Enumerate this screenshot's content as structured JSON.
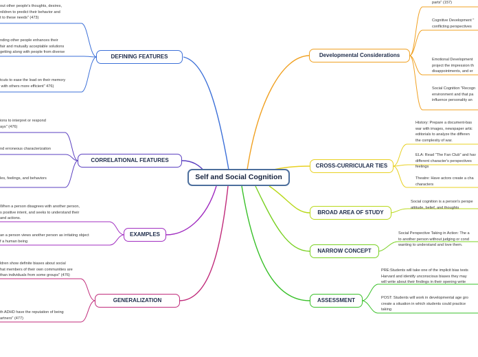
{
  "central_topic": "Self and Social Cognition",
  "branches": {
    "defining_features": {
      "title": "DEFINING FEATURES",
      "notes": [
        "out other people's thoughts, desires,\nnildren to predict their behavior and\nt to these needs\" (473)",
        "nding other people enhances their\nfair and mutually acceptable solutions\ngetting along with people from diverse",
        "tcuts to ease the load on their memory\n with others more efficient\" 476)"
      ]
    },
    "correlational_features": {
      "title": "CORRELATIONAL FEATURES",
      "notes": [
        "ions to interpret or respond\nays\" (476)",
        "nd erroneous characterization",
        "les, feelings, and behaviors"
      ]
    },
    "examples": {
      "title": "EXAMPLES",
      "notes": [
        "When a person disagrees with another person,\ns positive intent, and seeks to understand their\nand actions.",
        "an a person views another person as irritating object\nf a human being"
      ]
    },
    "generalization": {
      "title": "GENERALIZATION",
      "notes": [
        "ldren show definite biases about social\nhat members of their own communities are\nthan individuals from some groups\" (476)",
        "th ADHD have the reputation of being\nartners\" (477)"
      ]
    },
    "developmental_considerations": {
      "title": "Developmental Considerations",
      "notes": [
        "parts\" (157)",
        "Cognitive Development \"\nconflicting perspectives",
        "Emotional Development\nproject the impression th\ndisappointments, and er",
        "Social Cognition \"Recogn\nenvironment and that pa\ninfluence personality an"
      ]
    },
    "cross_curricular_ties": {
      "title": "CROSS-CURRICULAR TIES",
      "notes": [
        "History: Prepare a document-bas\nwar with images, newspaper artic\neditorials to analyze the differen\nthe complexity of war.",
        "ELA: Read \"The Fan Club\" and hav\ndifferent character's perspectives\nfeelings",
        "Theatre: Have actors create a cha\ncharacters"
      ]
    },
    "broad_area_of_study": {
      "title": "BROAD AREA OF STUDY",
      "notes": [
        "Social cognition is a person's perspe\nattitude, belief, and thoughts"
      ]
    },
    "narrow_concept": {
      "title": "NARROW CONCEPT",
      "notes": [
        "Social Perspective Taking in Action: The a\nto another person without judging or cond\nwanting to understand and love them."
      ]
    },
    "assessment": {
      "title": "ASSESSMENT",
      "notes": [
        "PRE:Students will take one of the implicit bias tests\nHarvard and identify unconscious biases they may\nwill write about their findings in their opening write",
        "POST: Students will work in developmental age gro\ncreate a situation in which students could practice\ntaking"
      ]
    }
  },
  "colors": {
    "central_border": "#4c6e9c",
    "defining_features": "#3b6fd8",
    "correlational_features": "#5a3fc0",
    "examples": "#a02cc0",
    "generalization": "#c02a7a",
    "developmental_considerations": "#f0a020",
    "cross_curricular_ties": "#e8d020",
    "broad_area_of_study": "#b8d818",
    "narrow_concept": "#78d020",
    "assessment": "#38c028"
  }
}
